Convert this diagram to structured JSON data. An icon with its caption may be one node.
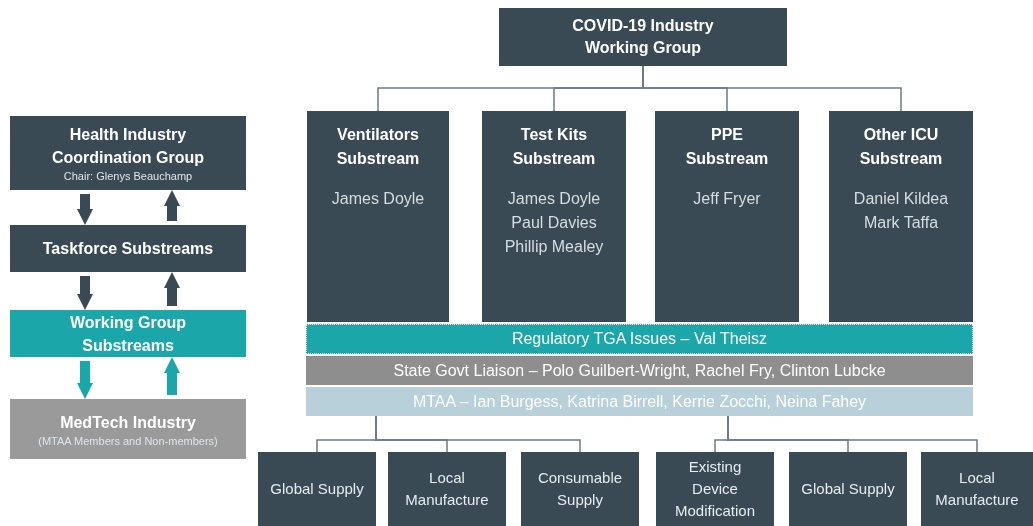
{
  "diagram": {
    "nodes": [
      {
        "text": [
          "COVID-19 Industry Working Group"
        ]
      },
      {
        "text": [
          "Ventilators Substream",
          "James Doyle"
        ]
      },
      {
        "text": [
          "Test Kits Substream",
          "James Doyle Paul Davies Phillip Mealey"
        ]
      },
      {
        "text": [
          "PPE Substream",
          "Jeff Fryer"
        ]
      },
      {
        "text": [
          "Other ICU Substream",
          "Daniel Kildea Mark Taffa"
        ]
      },
      {
        "text": [
          "Regulatory TGA Issues – Val Theisz"
        ]
      },
      {
        "text": [
          "State Govt Liaison – Polo Guilbert-Wright, Rachel Fry, Clinton Lubcke"
        ]
      },
      {
        "text": [
          "MTAA – Ian Burgess, Katrina Birrell, Kerrie Zocchi, Neina Fahey"
        ]
      },
      {
        "text": [
          "Global Supply"
        ]
      },
      {
        "text": [
          "Local Manufacture"
        ]
      },
      {
        "text": [
          "Consumable Supply"
        ]
      },
      {
        "text": [
          "Existing Device Modification"
        ]
      },
      {
        "text": [
          "Global Supply"
        ]
      },
      {
        "text": [
          "Local Manufacture"
        ]
      },
      {
        "text": [
          "Health Industry Coordination Group",
          "Chair: Glenys Beauchamp"
        ]
      },
      {
        "text": [
          "Taskforce Substreams"
        ]
      },
      {
        "text": [
          "Working Group Substreams"
        ]
      },
      {
        "text": [
          "MedTech Industry",
          "(MTAA Members and Non-members)"
        ]
      }
    ],
    "edges": [
      {
        "from": 0,
        "to": 1,
        "arrow": "none"
      },
      {
        "from": 0,
        "to": 2,
        "arrow": "none"
      },
      {
        "from": 0,
        "to": 3,
        "arrow": "none"
      },
      {
        "from": 0,
        "to": 4,
        "arrow": "none"
      },
      {
        "from": 7,
        "to": 8,
        "arrow": "none"
      },
      {
        "from": 7,
        "to": 9,
        "arrow": "none"
      },
      {
        "from": 7,
        "to": 10,
        "arrow": "none"
      },
      {
        "from": 7,
        "to": 11,
        "arrow": "none"
      },
      {
        "from": 7,
        "to": 12,
        "arrow": "none"
      },
      {
        "from": 7,
        "to": 13,
        "arrow": "none"
      },
      {
        "from": 14,
        "to": 15,
        "arrow": "to",
        "style": "thick",
        "color": "#3a4a54"
      },
      {
        "from": 15,
        "to": 14,
        "arrow": "to",
        "style": "thick",
        "color": "#3a4a54"
      },
      {
        "from": 15,
        "to": 16,
        "arrow": "to",
        "style": "thick",
        "color": "#3a4a54"
      },
      {
        "from": 16,
        "to": 15,
        "arrow": "to",
        "style": "thick",
        "color": "#3a4a54"
      },
      {
        "from": 16,
        "to": 17,
        "arrow": "to",
        "style": "thick",
        "color": "#1ba7a9"
      },
      {
        "from": 17,
        "to": 16,
        "arrow": "to",
        "style": "thick",
        "color": "#1ba7a9"
      }
    ]
  }
}
